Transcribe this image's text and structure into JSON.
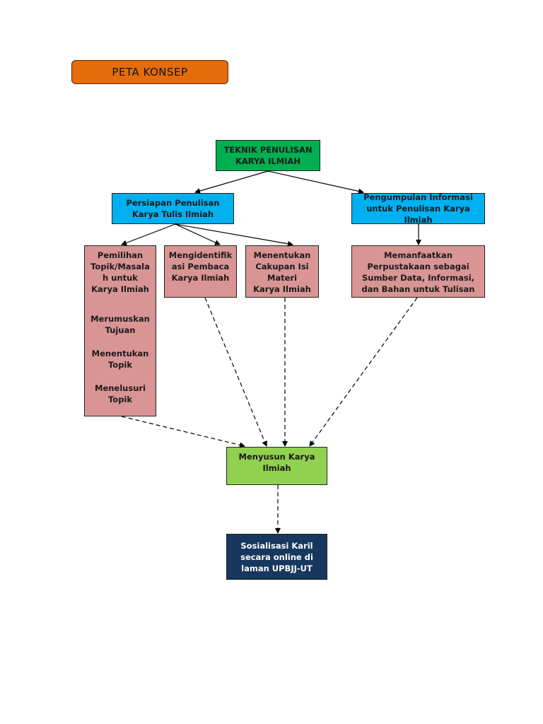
{
  "header": {
    "title": "PETA KONSEP"
  },
  "nodes": {
    "root": "TEKNIK PENULISAN KARYA ILMIAH",
    "persiapan": "Persiapan Penulisan Karya Tulis Ilmiah",
    "pengumpulan": "Pengumpulan Informasi untuk Penulisan Karya Ilmiah",
    "pemilihan": {
      "title": "Pemilihan Topik/Masala h untuk Karya Ilmiah",
      "items": [
        "Merumuskan Tujuan",
        "Menentukan Topik",
        "Menelusuri Topik"
      ]
    },
    "mengidentifikasi": "Mengidentifik asi Pembaca Karya Ilmiah",
    "cakupan": "Menentukan Cakupan Isi Materi Karya Ilmiah",
    "perpustakaan": "Memanfaatkan Perpustakaan sebagai Sumber Data, Informasi, dan Bahan untuk Tulisan",
    "menyusun": "Menyusun Karya Ilmiah",
    "sosialisasi": "Sosialisasi Karil secara online di laman UPBJJ-UT"
  },
  "colors": {
    "title": "#e46c0a",
    "root": "#00b050",
    "branch": "#00b0f0",
    "task": "#d99594",
    "compose": "#92d050",
    "publish": "#17375e"
  }
}
